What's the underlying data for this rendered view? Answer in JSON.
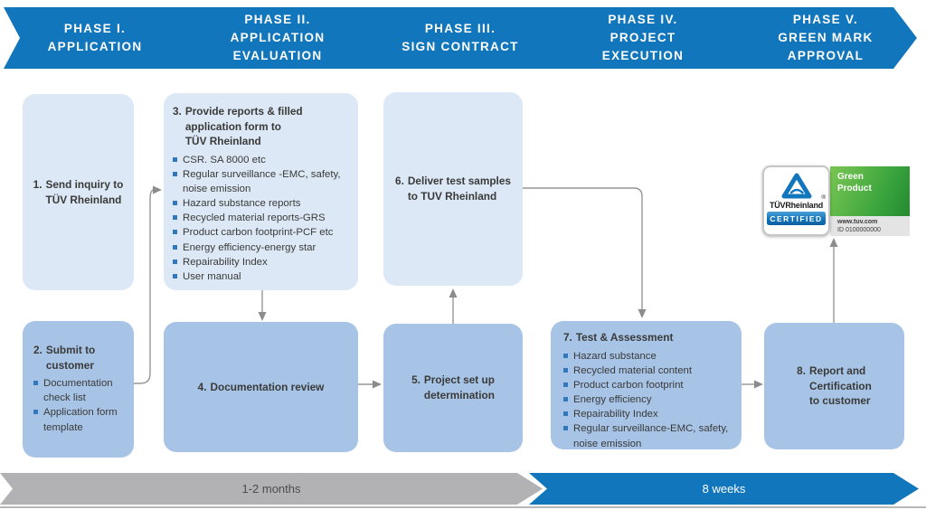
{
  "phases": [
    "PHASE I.\nAPPLICATION",
    "PHASE II.\nAPPLICATION\nEVALUATION",
    "PHASE III.\nSIGN CONTRACT",
    "PHASE IV.\nPROJECT\nEXECUTION",
    "PHASE V.\nGREEN MARK\nAPPROVAL"
  ],
  "steps": {
    "s1": {
      "num": "1.",
      "text": "Send inquiry to\nTÜV Rheinland"
    },
    "s2": {
      "num": "2.",
      "text": "Submit to\ncustomer",
      "bullets": [
        "Documentation check list",
        "Application form template"
      ]
    },
    "s3": {
      "num": "3.",
      "text": "Provide reports & filled\napplication form to\nTÜV Rheinland",
      "bullets": [
        "CSR. SA 8000 etc",
        "Regular surveillance -EMC, safety, noise emission",
        "Hazard substance reports",
        "Recycled material reports-GRS",
        "Product carbon footprint-PCF etc",
        "Energy efficiency-energy star",
        "Repairability Index",
        "User manual"
      ]
    },
    "s4": {
      "num": "4.",
      "text": "Documentation review"
    },
    "s5": {
      "num": "5.",
      "text": "Project set up\ndetermination"
    },
    "s6": {
      "num": "6.",
      "text": "Deliver test samples\nto TUV Rheinland"
    },
    "s7": {
      "num": "7.",
      "text": "Test & Assessment",
      "bullets": [
        "Hazard substance",
        "Recycled material content",
        "Product carbon footprint",
        "Energy efficiency",
        "Repairability Index",
        "Regular surveillance-EMC, safety, noise emission"
      ]
    },
    "s8": {
      "num": "8.",
      "text": "Report and\nCertification\nto customer"
    }
  },
  "logo": {
    "brand": "TÜVRheinland",
    "registered": "®",
    "certified": "CERTIFIED",
    "product": "Green\nProduct",
    "url": "www.tuv.com",
    "id_line": "ID 0100000000"
  },
  "timeline": {
    "left": "1-2 months",
    "right": "8 weeks"
  },
  "colors": {
    "brand_blue": "#1276bd",
    "box_light": "#dce8f5",
    "box_medium": "#a7c4e6",
    "bullet_blue": "#2f79bc",
    "connector_gray": "#969696",
    "timeline_gray": "#b2b2b5",
    "green_gradient_start": "#7ac653",
    "green_gradient_end": "#26882f"
  }
}
